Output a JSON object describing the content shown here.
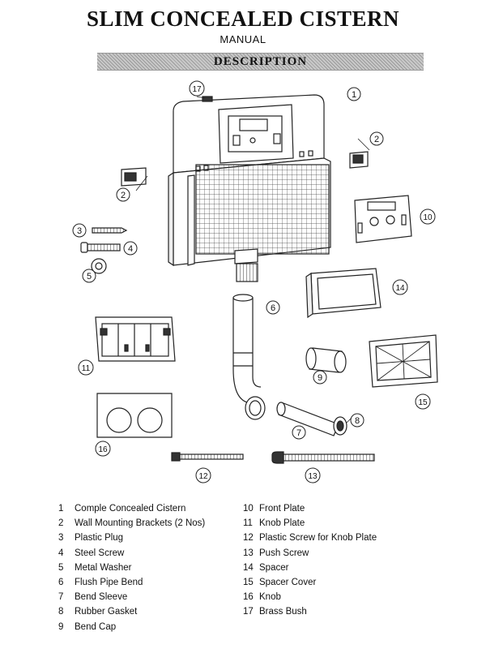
{
  "header": {
    "title": "SLIM CONCEALED CISTERN",
    "subtitle": "MANUAL",
    "section": "DESCRIPTION"
  },
  "callouts": [
    "1",
    "2",
    "3",
    "4",
    "5",
    "6",
    "7",
    "8",
    "9",
    "10",
    "11",
    "12",
    "13",
    "14",
    "15",
    "16",
    "17"
  ],
  "parts": [
    {
      "num": "1",
      "label": "Comple Concealed Cistern"
    },
    {
      "num": "2",
      "label": "Wall Mounting Brackets (2 Nos)"
    },
    {
      "num": "3",
      "label": "Plastic Plug"
    },
    {
      "num": "4",
      "label": "Steel Screw"
    },
    {
      "num": "5",
      "label": "Metal Washer"
    },
    {
      "num": "6",
      "label": "Flush Pipe Bend"
    },
    {
      "num": "7",
      "label": "Bend Sleeve"
    },
    {
      "num": "8",
      "label": "Rubber Gasket"
    },
    {
      "num": "9",
      "label": "Bend Cap"
    },
    {
      "num": "10",
      "label": "Front Plate"
    },
    {
      "num": "11",
      "label": "Knob Plate"
    },
    {
      "num": "12",
      "label": "Plastic Screw for Knob Plate"
    },
    {
      "num": "13",
      "label": "Push Screw"
    },
    {
      "num": "14",
      "label": "Spacer"
    },
    {
      "num": "15",
      "label": "Spacer Cover"
    },
    {
      "num": "16",
      "label": "Knob"
    },
    {
      "num": "17",
      "label": "Brass Bush"
    }
  ]
}
